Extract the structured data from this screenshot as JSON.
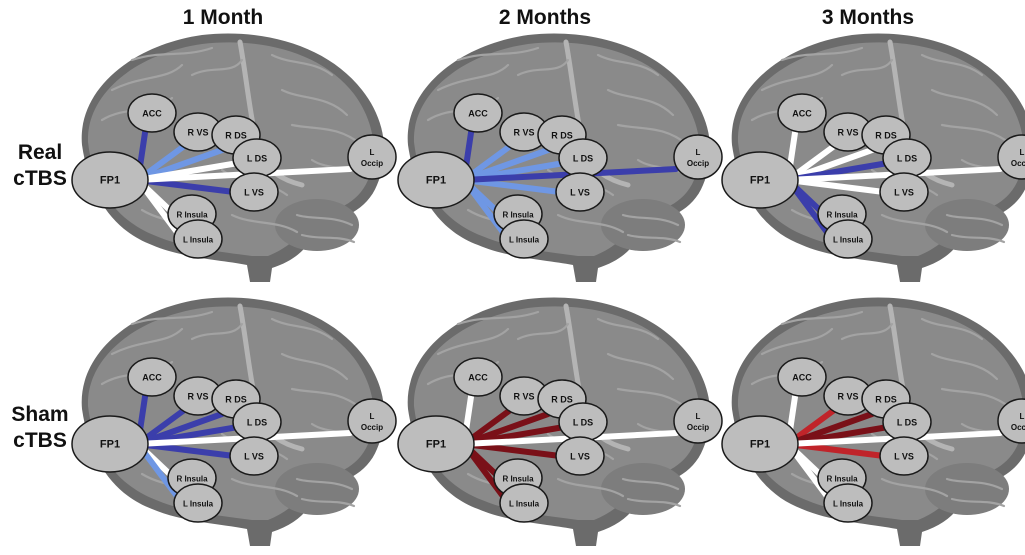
{
  "columns": [
    "1 Month",
    "2 Months",
    "3 Months"
  ],
  "rows": [
    {
      "line1": "Real",
      "line2": "cTBS"
    },
    {
      "line1": "Sham",
      "line2": "cTBS"
    }
  ],
  "nodes": {
    "FP1": "FP1",
    "ACC": "ACC",
    "RVS": "R VS",
    "RDS": "R DS",
    "LDS": "L DS",
    "LVS": "L VS",
    "RIns": "R Insula",
    "LIns": "L Insula",
    "LOcc1": "L",
    "LOcc2": "Occip"
  },
  "colors": {
    "darkblue": "#3b3eab",
    "lightblue": "#6f97e4",
    "white": "#ffffff",
    "darkred": "#7a1018",
    "red": "#c0242a"
  },
  "panels": [
    {
      "id": "real-1m",
      "edges": {
        "ACC": "darkblue",
        "RVS": "lightblue",
        "RDS": "lightblue",
        "LDS": "white",
        "LVS": "darkblue",
        "LOcc": "white",
        "RIns": "white",
        "LIns": "white"
      }
    },
    {
      "id": "real-2m",
      "edges": {
        "ACC": "darkblue",
        "RVS": "lightblue",
        "RDS": "lightblue",
        "LDS": "lightblue",
        "LVS": "lightblue",
        "LOcc": "darkblue",
        "RIns": "lightblue",
        "LIns": "lightblue"
      }
    },
    {
      "id": "real-3m",
      "edges": {
        "ACC": "white",
        "RVS": "white",
        "RDS": "white",
        "LDS": "darkblue",
        "LVS": "white",
        "LOcc": "white",
        "RIns": "darkblue",
        "LIns": "darkblue"
      }
    },
    {
      "id": "sham-1m",
      "edges": {
        "ACC": "darkblue",
        "RVS": "darkblue",
        "RDS": "darkblue",
        "LDS": "darkblue",
        "LVS": "darkblue",
        "LOcc": "white",
        "RIns": "white",
        "LIns": "lightblue"
      }
    },
    {
      "id": "sham-2m",
      "edges": {
        "ACC": "white",
        "RVS": "darkred",
        "RDS": "darkred",
        "LDS": "darkred",
        "LVS": "darkred",
        "LOcc": "white",
        "RIns": "darkred",
        "LIns": "darkred"
      }
    },
    {
      "id": "sham-3m",
      "edges": {
        "ACC": "white",
        "RVS": "red",
        "RDS": "darkred",
        "LDS": "darkred",
        "LVS": "red",
        "LOcc": "white",
        "RIns": "white",
        "LIns": "white"
      }
    }
  ]
}
